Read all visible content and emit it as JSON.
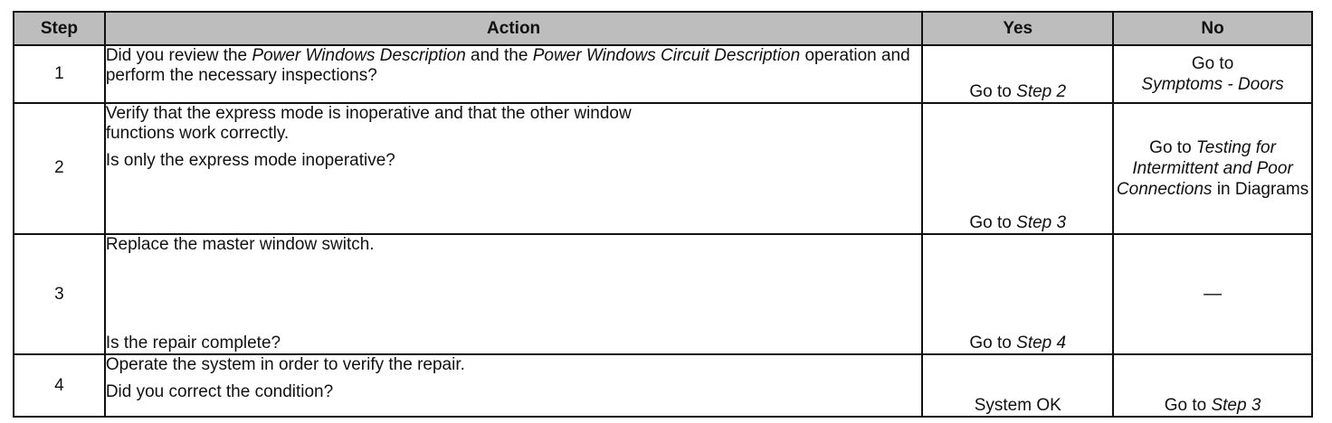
{
  "headers": {
    "step": "Step",
    "action": "Action",
    "yes": "Yes",
    "no": "No"
  },
  "rows": [
    {
      "step": "1",
      "action": {
        "p1": "Did you review the ",
        "i1": "Power Windows Description",
        "p2": " and the ",
        "i2": "Power Windows Circuit Description",
        "p3": " operation and perform the necessary inspections?"
      },
      "yes": {
        "prefix": "Go to ",
        "target": "Step 2"
      },
      "no": {
        "prefix": "Go to",
        "target": "Symptoms - Doors"
      }
    },
    {
      "step": "2",
      "action": {
        "line1": "Verify that the express mode is inoperative and that the other window functions work correctly.",
        "line2": "Is only the express mode inoperative?"
      },
      "yes": {
        "prefix": "Go to ",
        "target": "Step 3"
      },
      "no": {
        "prefix": "Go to ",
        "target": "Testing for Intermittent and Poor Connections",
        "suffix": " in Diagrams"
      }
    },
    {
      "step": "3",
      "action": {
        "line1": "Replace the master window switch.",
        "line2": "Is the repair complete?"
      },
      "yes": {
        "prefix": "Go to ",
        "target": "Step 4"
      },
      "no": {
        "text": "—"
      }
    },
    {
      "step": "4",
      "action": {
        "line1": "Operate the system in order to verify the repair.",
        "line2": "Did you correct the condition?"
      },
      "yes": {
        "text": "System OK"
      },
      "no": {
        "prefix": "Go to ",
        "target": "Step 3"
      }
    }
  ]
}
